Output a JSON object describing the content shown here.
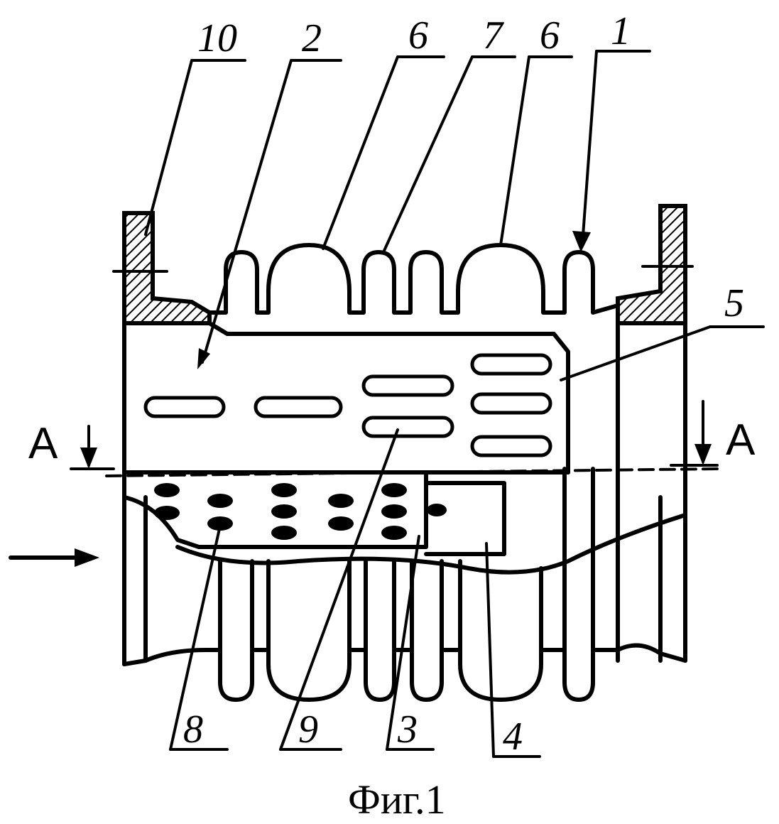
{
  "figure": {
    "caption": "Фиг.1",
    "section_label": "A",
    "callouts": [
      "10",
      "2",
      "6",
      "7",
      "6",
      "1",
      "5",
      "8",
      "9",
      "3",
      "4"
    ]
  }
}
